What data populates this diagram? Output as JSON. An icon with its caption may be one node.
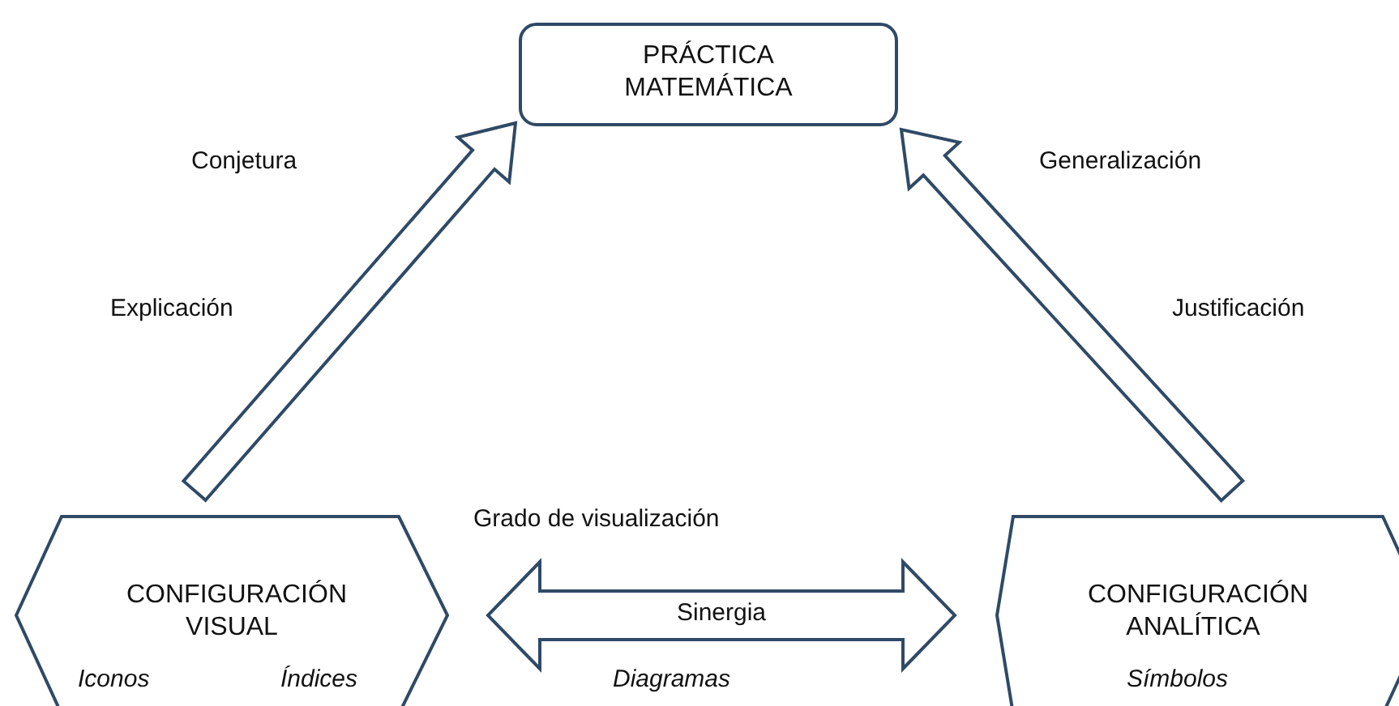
{
  "diagram": {
    "nodes": [
      {
        "text": [
          "PRÁCTICA MATEMÁTICA"
        ]
      },
      {
        "text": [
          "CONFIGURACIÓN VISUAL",
          "Iconos",
          "Índices"
        ]
      },
      {
        "text": [
          "CONFIGURACIÓN ANALÍTICA",
          "Símbolos"
        ]
      }
    ],
    "edges": [
      {
        "from": 1,
        "to": 0,
        "arrow": "to"
      },
      {
        "from": 2,
        "to": 0,
        "arrow": "to"
      },
      {
        "from": 1,
        "to": 2,
        "arrow": "both",
        "label": "Sinergia"
      }
    ],
    "labels": [
      "Conjetura",
      "Generalización",
      "Explicación",
      "Justificación",
      "Grado de visualización",
      "Diagramas"
    ]
  }
}
